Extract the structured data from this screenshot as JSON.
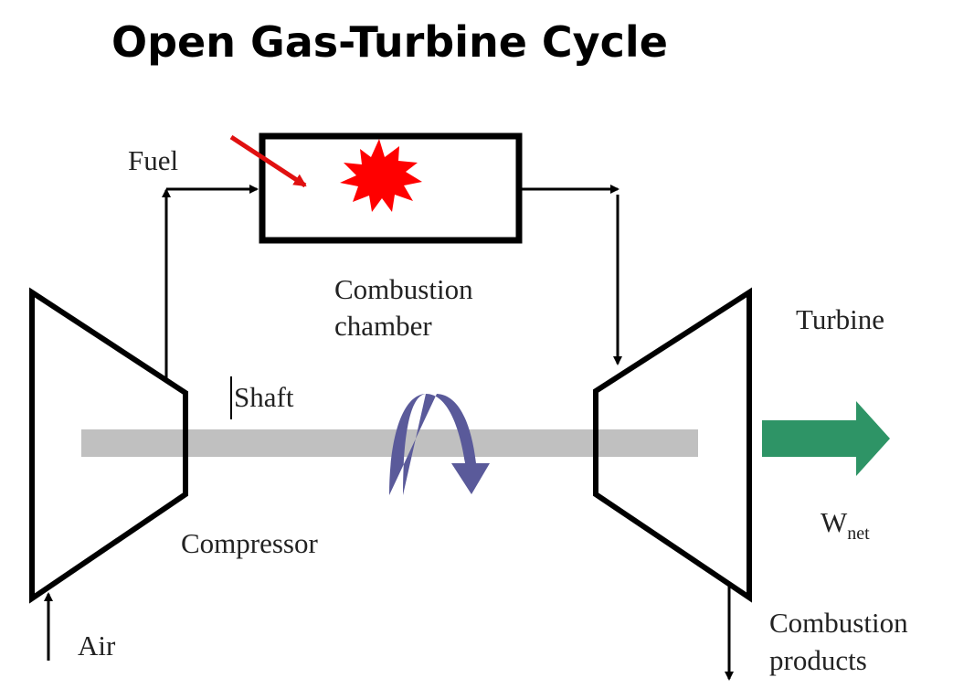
{
  "title": "Open Gas-Turbine Cycle",
  "labels": {
    "fuel": "Fuel",
    "combustion_chamber_line1": "Combustion",
    "combustion_chamber_line2": "chamber",
    "turbine": "Turbine",
    "shaft": "Shaft",
    "compressor": "Compressor",
    "air": "Air",
    "work_main": "W",
    "work_subscript": "net",
    "exhaust_line1": "Combustion",
    "exhaust_line2": "products"
  },
  "colors": {
    "outline": "#000000",
    "shaft": "#c0c0c0",
    "flame": "#ff0000",
    "fuel_arrow": "#e01010",
    "rotation_arrow": "#5a5a9a",
    "work_arrow": "#2e9466"
  }
}
